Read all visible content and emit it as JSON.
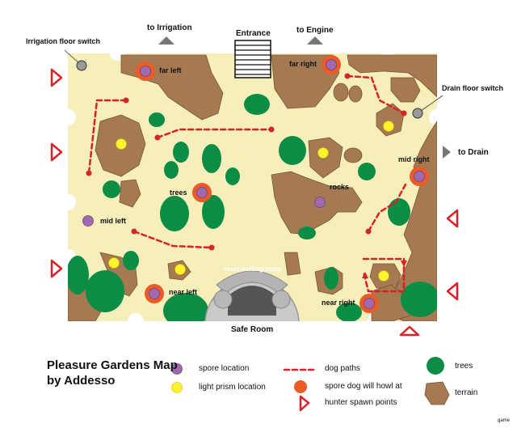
{
  "map": {
    "title_line1": "Pleasure Gardens Map",
    "title_line2": "by Addesso",
    "colors": {
      "ground": "#f6eebb",
      "terrain": "#a57a52",
      "tree": "#0b8d45",
      "dog_path": "#d8222a",
      "spore": "#a16aae",
      "light_prism": "#fff22e",
      "spore_dog": "#ea5b27",
      "spawn_point": "#d8222a",
      "safe_room": "#c9c9c9"
    },
    "labels": {
      "entrance": "Entrance",
      "to_irrigation": "to Irrigation",
      "to_engine": "to Engine",
      "to_drain": "to Drain",
      "irrigation_switch": "Irrigation floor switch",
      "drain_switch": "Drain floor switch",
      "safe_room": "Safe Room",
      "reset_waiting_room": "reset waiting room",
      "rocks": "rocks",
      "trees": "trees",
      "far_left": "far left",
      "far_right": "far right",
      "mid_left": "mid left",
      "mid_right": "mid right",
      "near_left": "near left",
      "near_right": "near right"
    },
    "legend": [
      {
        "key": "spore",
        "label": "spore location"
      },
      {
        "key": "prism",
        "label": "light prism location"
      },
      {
        "key": "dogpath",
        "label": "dog paths"
      },
      {
        "key": "howl",
        "label": "spore dog will howl at"
      },
      {
        "key": "spawn",
        "label": "hunter spawn points"
      },
      {
        "key": "tree",
        "label": "trees"
      },
      {
        "key": "terrain",
        "label": "terrain"
      }
    ],
    "credit": "game"
  }
}
